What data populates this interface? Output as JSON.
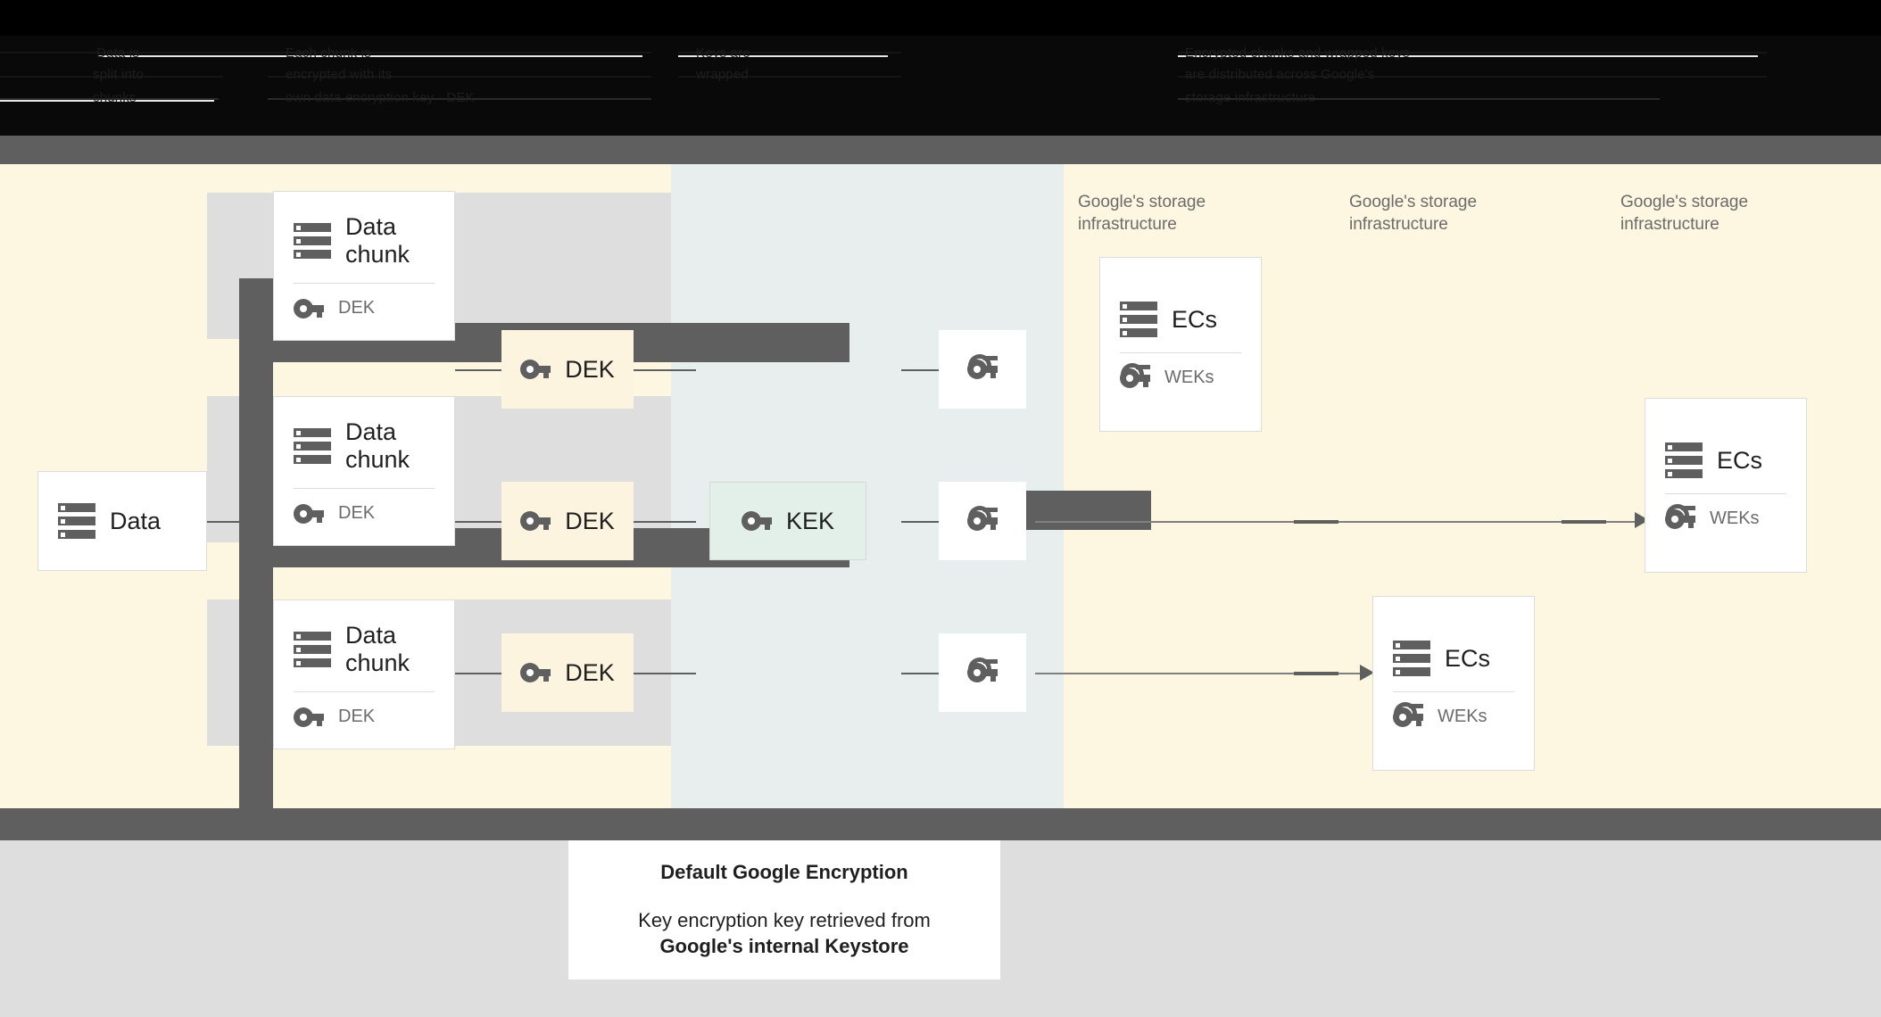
{
  "header": {
    "obscured": true,
    "lines": [
      "Data is",
      "split into",
      "chunks",
      "Each chunk is",
      "encrypted with its",
      "own data encryption key - DEK",
      "Keys are",
      "wrapped",
      "Encrypted chunks and wrapped keys",
      "are distributed across Google's",
      "storage infrastructure"
    ]
  },
  "diagram": {
    "source": {
      "title": "Data",
      "icon": "server-icon"
    },
    "chunks": [
      {
        "title": "Data chunk",
        "key_label": "DEK",
        "icon": "server-icon",
        "key_icon": "key-icon"
      },
      {
        "title": "Data chunk",
        "key_label": "DEK",
        "icon": "server-icon",
        "key_icon": "key-icon"
      },
      {
        "title": "Data chunk",
        "key_label": "DEK",
        "icon": "server-icon",
        "key_icon": "key-icon"
      }
    ],
    "deks": [
      {
        "label": "DEK",
        "icon": "key-icon"
      },
      {
        "label": "DEK",
        "icon": "key-icon"
      },
      {
        "label": "DEK",
        "icon": "key-icon"
      }
    ],
    "kek": {
      "label": "KEK",
      "icon": "key-icon"
    },
    "weks": [
      {
        "icon": "double-key-icon"
      },
      {
        "icon": "double-key-icon"
      },
      {
        "icon": "double-key-icon"
      }
    ],
    "infra_labels": [
      "Google's storage\ninfrastructure",
      "Google's storage\ninfrastructure",
      "Google's storage\ninfrastructure"
    ],
    "ec_cards": [
      {
        "title": "ECs",
        "key_label": "WEKs",
        "icon": "server-icon",
        "key_icon": "double-key-icon"
      },
      {
        "title": "ECs",
        "key_label": "WEKs",
        "icon": "server-icon",
        "key_icon": "double-key-icon"
      },
      {
        "title": "ECs",
        "key_label": "WEKs",
        "icon": "server-icon",
        "key_icon": "double-key-icon"
      }
    ]
  },
  "caption": {
    "title": "Default Google Encryption",
    "line1": "Key encryption key retrieved from",
    "line2": "Google's internal Keystore"
  },
  "colors": {
    "cream": "#fdf6e0",
    "dek_fill": "#fcf4df",
    "kek_fill": "#e3f0e9",
    "mid_column": "#e8edee",
    "grey_band": "#5f5f5f",
    "row_band": "#dedede",
    "bottom_band": "#dedede",
    "icon_grey": "#5f5f5f",
    "text_dark": "#1f1f1f",
    "text_muted": "#6b6b6b"
  }
}
